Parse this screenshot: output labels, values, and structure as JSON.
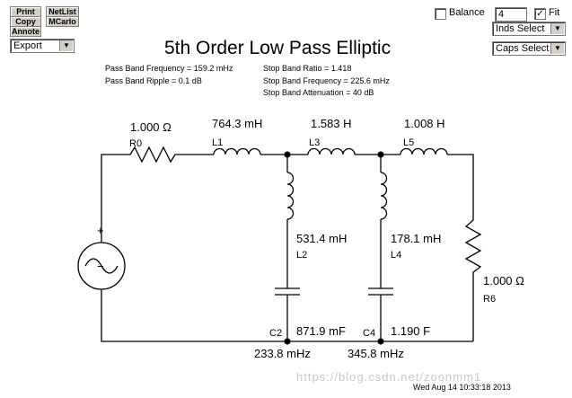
{
  "toolbar": {
    "print_label": "Print",
    "copy_label": "Copy",
    "annote_label": "Annote",
    "netlist_label": "NetList",
    "mcarlo_label": "MCarlo",
    "export_selected": "Export",
    "balance_label": "Balance",
    "balance_checked": false,
    "count_value": "4",
    "fit_label": "Fit",
    "fit_checked": true,
    "inds_select": "Inds Select",
    "caps_select": "Caps Select"
  },
  "title": "5th Order Low Pass Elliptic",
  "specs": {
    "pass_band_frequency": "Pass Band Frequency = 159.2 mHz",
    "pass_band_ripple": "Pass Band Ripple = 0.1 dB",
    "stop_band_ratio": "Stop Band Ratio = 1.418",
    "stop_band_frequency": "Stop Band Frequency = 225.6 mHz",
    "stop_band_attenuation": "Stop Band Attenuation = 40 dB"
  },
  "components": {
    "r0": {
      "value": "1.000 Ω",
      "ref": "R0"
    },
    "l1": {
      "value": "764.3 mH",
      "ref": "L1"
    },
    "l3": {
      "value": "1.583 H",
      "ref": "L3"
    },
    "l5": {
      "value": "1.008 H",
      "ref": "L5"
    },
    "l2": {
      "value": "531.4 mH",
      "ref": "L2"
    },
    "l4": {
      "value": "178.1 mH",
      "ref": "L4"
    },
    "r6": {
      "value": "1.000 Ω",
      "ref": "R6"
    },
    "c2": {
      "value": "871.9 mF",
      "ref": "C2",
      "resonance": "233.8 mHz"
    },
    "c4": {
      "value": "1.190 F",
      "ref": "C4",
      "resonance": "345.8 mHz"
    }
  },
  "source": {
    "plus": "+",
    "minus": "−"
  },
  "timestamp": "Wed Aug 14 10:33:18 2013",
  "watermark": "https://blog.csdn.net/zoonmm1"
}
